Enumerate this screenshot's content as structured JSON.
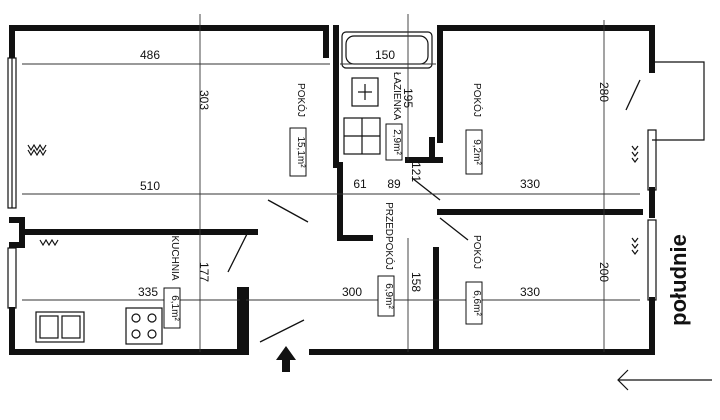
{
  "rooms": [
    {
      "name": "POKÓJ",
      "area": "15,1m²"
    },
    {
      "name": "ŁAZIENKA",
      "area": "2,9m²"
    },
    {
      "name": "POKÓJ",
      "area": "9,2m²"
    },
    {
      "name": "KUCHNIA",
      "area": "6,1m²"
    },
    {
      "name": "PRZEDPOKÓJ",
      "area": "6,9m²"
    },
    {
      "name": "POKÓJ",
      "area": "6,6m²"
    }
  ],
  "dimensions": [
    "486",
    "303",
    "510",
    "150",
    "195",
    "121",
    "61",
    "89",
    "330",
    "280",
    "177",
    "335",
    "300",
    "158",
    "330",
    "200"
  ],
  "compass_label": "południe"
}
